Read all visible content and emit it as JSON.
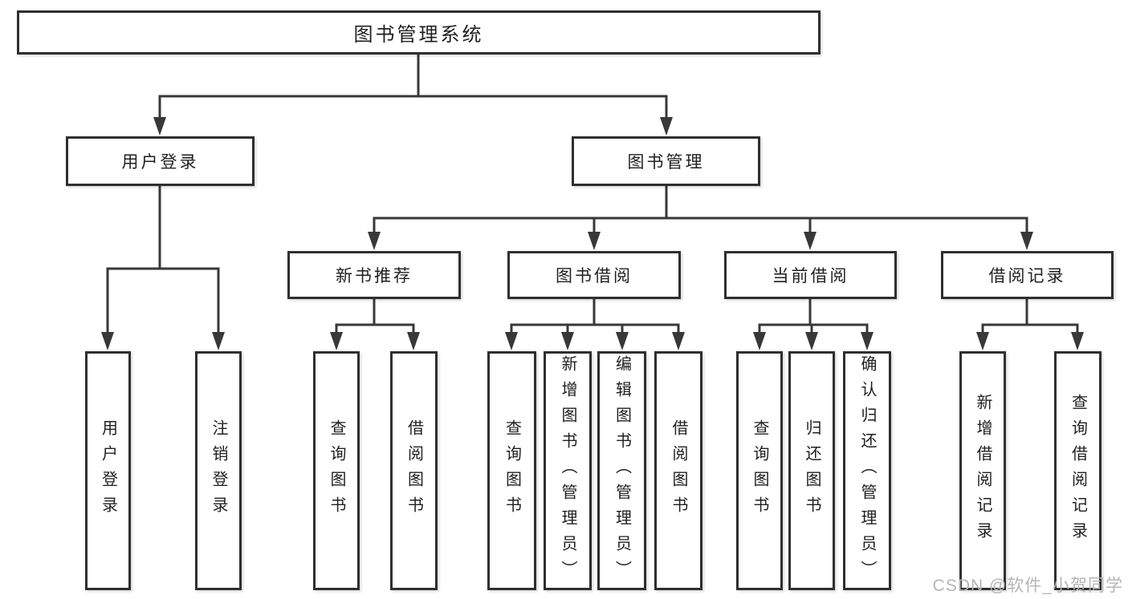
{
  "diagram": {
    "root": "图书管理系统",
    "branches": {
      "user_login": {
        "label": "用户登录",
        "children": [
          "用户登录",
          "注销登录"
        ]
      },
      "book_mgmt": {
        "label": "图书管理",
        "children": {
          "new_book": {
            "label": "新书推荐",
            "children": [
              "查询图书",
              "借阅图书"
            ]
          },
          "book_borrow": {
            "label": "图书借阅",
            "children": [
              "查询图书",
              "新增图书（管理员）",
              "编辑图书（管理员）",
              "借阅图书"
            ]
          },
          "current_borrow": {
            "label": "当前借阅",
            "children": [
              "查询图书",
              "归还图书",
              "确认归还（管理员）"
            ]
          },
          "borrow_records": {
            "label": "借阅记录",
            "children": [
              "新增借阅记录",
              "查询借阅记录"
            ]
          }
        }
      }
    }
  },
  "watermark": "CSDN @软件_小贺同学",
  "colors": {
    "line": "#383838",
    "box_border": "#2f2f2f",
    "box_background": "#ffffff",
    "text": "#1f1f1f",
    "watermark": "#b5b5b5"
  }
}
